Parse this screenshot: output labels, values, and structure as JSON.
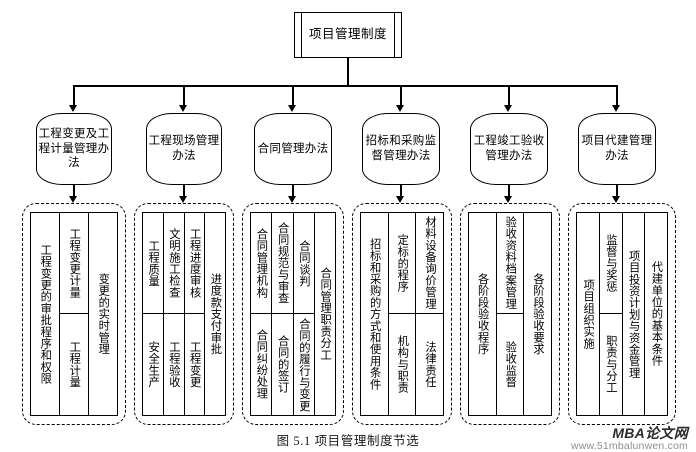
{
  "caption": "图 5.1  项目管理制度节选",
  "watermark": {
    "brand": "MBA论文网",
    "url": "www.51mbalunwen.com"
  },
  "chart_data": {
    "type": "diagram",
    "diagram_kind": "organizational-hierarchy-tree",
    "title": "项目管理制度节选",
    "orientation": "top-down",
    "levels": 3,
    "root": "项目管理制度",
    "branch_count": 6
  },
  "root": {
    "label": "项目管理制度"
  },
  "branches": [
    {
      "id": "branch-1",
      "title": "工程变更及工程计量管理办法",
      "columns": [
        {
          "cells": [
            {
              "text": "工程变更的审批程序和权限",
              "span": "full"
            }
          ]
        },
        {
          "cells": [
            {
              "text": "工程变更计量",
              "span": "half"
            },
            {
              "text": "工程计量",
              "span": "half"
            }
          ]
        },
        {
          "cells": [
            {
              "text": "变更的实时管理",
              "span": "full"
            }
          ]
        }
      ]
    },
    {
      "id": "branch-2",
      "title": "工程现场管理办法",
      "columns": [
        {
          "cells": [
            {
              "text": "工程质量",
              "span": "half"
            },
            {
              "text": "安全生产",
              "span": "half"
            }
          ]
        },
        {
          "cells": [
            {
              "text": "文明施工检查",
              "span": "half"
            },
            {
              "text": "工程验收",
              "span": "half"
            }
          ]
        },
        {
          "cells": [
            {
              "text": "工程进度审核",
              "span": "half"
            },
            {
              "text": "工程变更",
              "span": "half"
            }
          ]
        },
        {
          "cells": [
            {
              "text": "进度款支付审批",
              "span": "full"
            }
          ]
        }
      ]
    },
    {
      "id": "branch-3",
      "title": "合同管理办法",
      "columns": [
        {
          "cells": [
            {
              "text": "合同管理机构",
              "span": "half"
            },
            {
              "text": "合同纠纷处理",
              "span": "half"
            }
          ]
        },
        {
          "cells": [
            {
              "text": "合同规范与审查",
              "span": "half"
            },
            {
              "text": "合同的签订",
              "span": "half"
            }
          ]
        },
        {
          "cells": [
            {
              "text": "合同谈判",
              "span": "half"
            },
            {
              "text": "合同的履行与变更",
              "span": "half"
            }
          ]
        },
        {
          "cells": [
            {
              "text": "合同管理职责分工",
              "span": "full"
            }
          ]
        }
      ]
    },
    {
      "id": "branch-4",
      "title": "招标和采购监督管理办法",
      "columns": [
        {
          "cells": [
            {
              "text": "招标和采购的方式和使用条件",
              "span": "full"
            }
          ]
        },
        {
          "cells": [
            {
              "text": "定标的程序",
              "span": "half"
            },
            {
              "text": "机构与职责",
              "span": "half"
            }
          ]
        },
        {
          "cells": [
            {
              "text": "材料设备询价管理",
              "span": "half"
            },
            {
              "text": "法律责任",
              "span": "half"
            }
          ]
        }
      ]
    },
    {
      "id": "branch-5",
      "title": "工程竣工验收管理办法",
      "columns": [
        {
          "cells": [
            {
              "text": "各阶段验收程序",
              "span": "full"
            }
          ]
        },
        {
          "cells": [
            {
              "text": "验收资料档案管理",
              "span": "half"
            },
            {
              "text": "验收监督",
              "span": "half"
            }
          ]
        },
        {
          "cells": [
            {
              "text": "各阶段验收要求",
              "span": "full"
            }
          ]
        }
      ]
    },
    {
      "id": "branch-6",
      "title": "项目代建管理办法",
      "columns": [
        {
          "cells": [
            {
              "text": "项目组织实施",
              "span": "full"
            }
          ]
        },
        {
          "cells": [
            {
              "text": "监督与奖惩",
              "span": "half"
            },
            {
              "text": "职责与分工",
              "span": "half"
            }
          ]
        },
        {
          "cells": [
            {
              "text": "项目投资计划与资金管理",
              "span": "full"
            }
          ]
        },
        {
          "cells": [
            {
              "text": "代建单位的基本条件",
              "span": "full"
            }
          ]
        }
      ]
    }
  ]
}
